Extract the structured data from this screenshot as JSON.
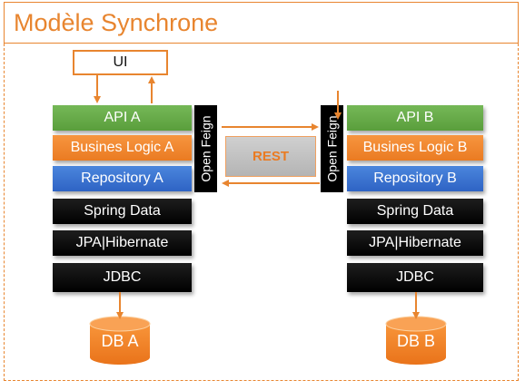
{
  "title": "Modèle Synchrone",
  "ui": "UI",
  "rest": "REST",
  "left": {
    "feign": "Open Feign",
    "layers": [
      "API A",
      "Busines Logic A",
      "Repository A",
      "Spring Data",
      "JPA|Hibernate",
      "JDBC"
    ],
    "db": "DB A"
  },
  "right": {
    "feign": "Open Feign",
    "layers": [
      "API B",
      "Busines Logic B",
      "Repository B",
      "Spring Data",
      "JPA|Hibernate",
      "JDBC"
    ],
    "db": "DB B"
  },
  "colors": {
    "accent": "#e8852f",
    "api": "#6aad4b",
    "business": "#f28a30",
    "repository": "#3a73d6",
    "infra": "#000000"
  }
}
